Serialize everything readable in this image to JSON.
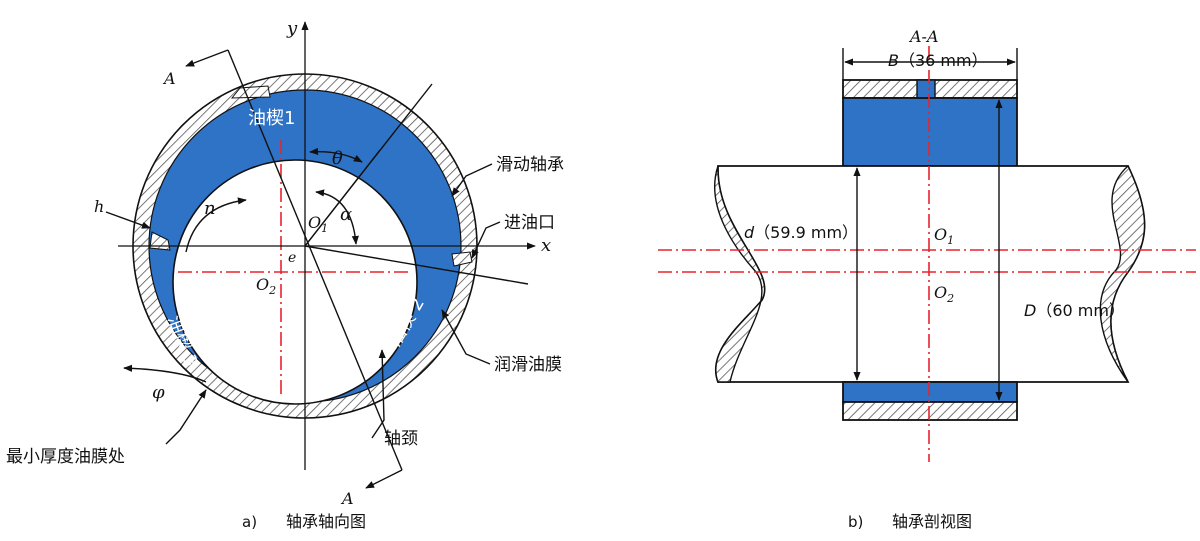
{
  "colors": {
    "oil_film": "#2f73c6",
    "centerline": "#e8242c",
    "hatch": "#555555"
  },
  "panel_a": {
    "caption_id": "a)",
    "caption": "轴承轴向图",
    "labels": {
      "y": "y",
      "x": "x",
      "A_top": "A",
      "A_bottom": "A",
      "theta": "θ",
      "alpha": "α",
      "n": "n",
      "h": "h",
      "phi": "φ",
      "e": "e",
      "O1": "O",
      "O1_sub": "1",
      "O2": "O",
      "O2_sub": "2",
      "pad1": "油楔1",
      "pad2": "油楔 2",
      "pad3": "油楔 3",
      "sliding_bearing": "滑动轴承",
      "oil_inlet": "进油口",
      "oil_film": "润滑油膜",
      "journal": "轴颈",
      "min_film": "最小厚度油膜处"
    }
  },
  "panel_b": {
    "caption_id": "b)",
    "caption": "轴承剖视图",
    "labels": {
      "section": "A-A",
      "B_sym": "B",
      "B_val": "（36 mm）",
      "d_sym": "d",
      "d_val": "（59.9 mm）",
      "D_sym": "D",
      "D_val": "（60 mm）",
      "O1": "O",
      "O1_sub": "1",
      "O2": "O",
      "O2_sub": "2"
    }
  }
}
